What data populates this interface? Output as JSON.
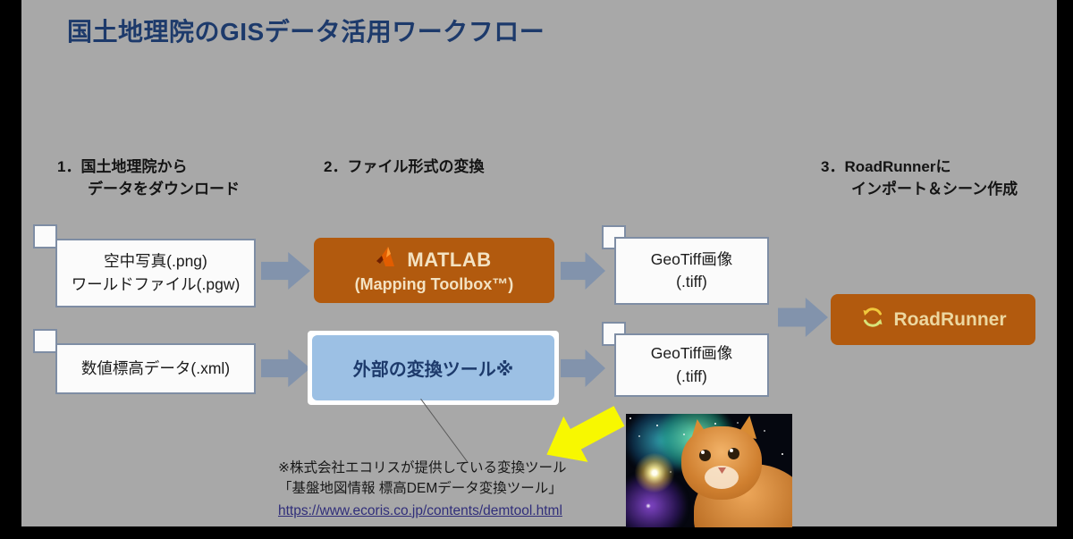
{
  "slide": {
    "title": "国土地理院のGISデータ活用ワークフロー"
  },
  "steps": {
    "step1": "1．国土地理院から\n　　データをダウンロード",
    "step2": "2．ファイル形式の変換",
    "step3": "3．RoadRunnerに\n　　インポート＆シーン作成"
  },
  "boxes": {
    "aerial_photo": "空中写真(.png)\nワールドファイル(.pgw)",
    "dem_data": "数値標高データ(.xml)",
    "matlab_title": "MATLAB",
    "matlab_subtitle": "(Mapping Toolbox™)",
    "external_tool": "外部の変換ツール※",
    "geotiff_top": "GeoTiff画像\n(.tiff)",
    "geotiff_bottom": "GeoTiff画像\n(.tiff)",
    "roadrunner": "RoadRunner"
  },
  "footnote": {
    "line1": "※株式会社エコリスが提供している変換ツール",
    "line2": "「基盤地図情報 標高DEMデータ変換ツール」",
    "link": "https://www.ecoris.co.jp/contents/demtool.html"
  },
  "icons": {
    "matlab_logo": "matlab-membrane-logo",
    "roadrunner_logo": "roadrunner-circular-arrows-logo",
    "yellow_arrow": "highlight-pointer-arrow"
  },
  "colors": {
    "title_text": "#1d3a6b",
    "orange_box": "#b25a0e",
    "blue_box": "#9cc0e4",
    "flow_arrow": "#8293ac",
    "highlight_arrow": "#f8f800",
    "slide_background": "#a8a8a8"
  }
}
